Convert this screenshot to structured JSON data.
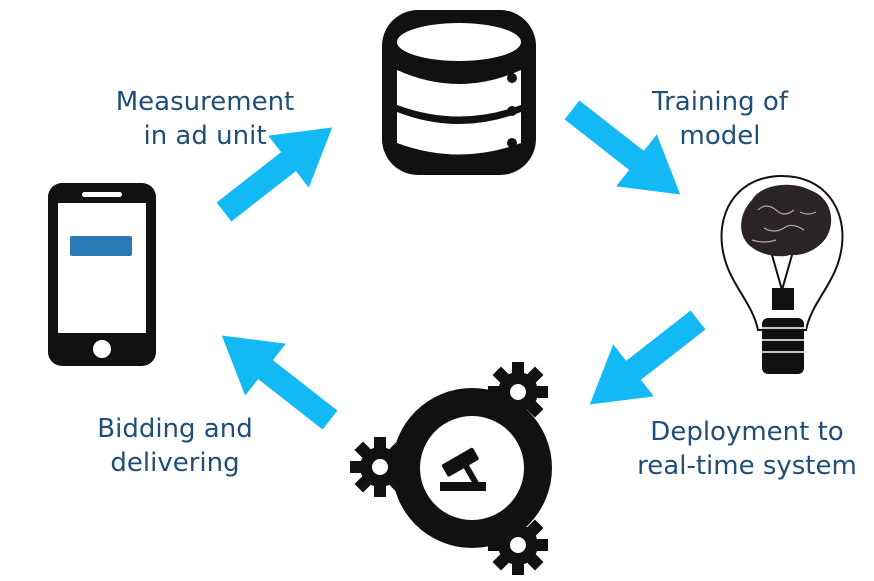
{
  "labels": {
    "measurement": [
      "Measurement",
      "in ad unit"
    ],
    "training": [
      "Training of",
      "model"
    ],
    "deployment": [
      "Deployment to",
      "real-time system"
    ],
    "bidding": [
      "Bidding and",
      "delivering"
    ]
  },
  "colors": {
    "arrow": "#12b9f4",
    "icon": "#111111",
    "text": "#1f4e79",
    "phone_button": "#2a78b4"
  },
  "icons": [
    "smartphone-icon",
    "database-icon",
    "brain-bulb-icon",
    "auction-gears-icon"
  ]
}
